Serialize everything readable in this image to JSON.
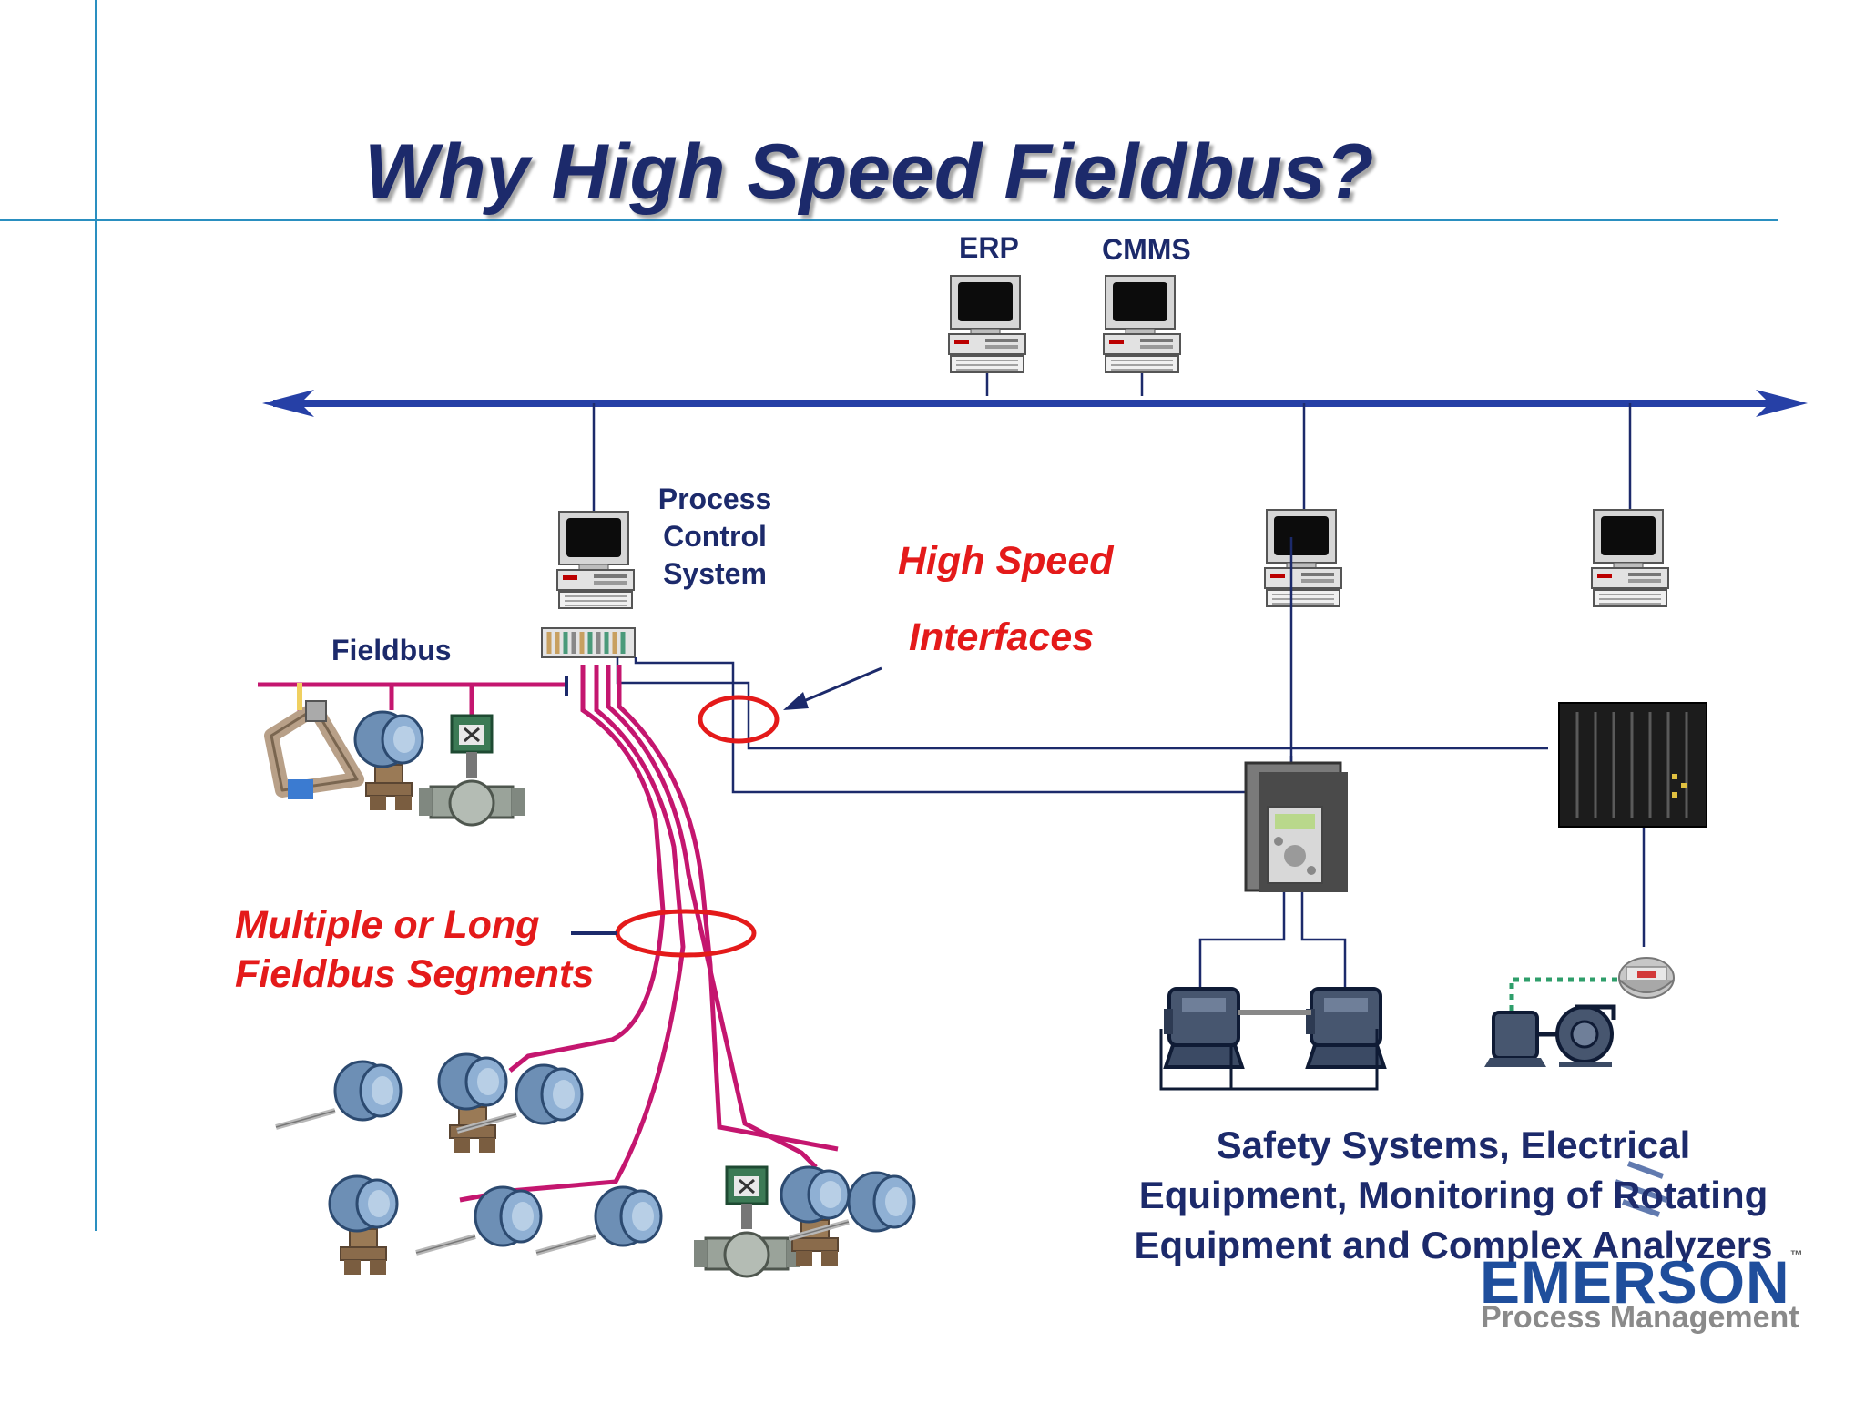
{
  "title": "Why High Speed Fieldbus?",
  "labels": {
    "erp": "ERP",
    "cmms": "CMMS",
    "pcs_line1": "Process",
    "pcs_line2": "Control",
    "pcs_line3": "System",
    "fieldbus": "Fieldbus",
    "hs_line1": "High Speed",
    "hs_line2": "Interfaces",
    "seg_line1": "Multiple or Long",
    "seg_line2": "Fieldbus Segments",
    "bottom_line1": "Safety Systems, Electrical",
    "bottom_line2": "Equipment, Monitoring of Rotating",
    "bottom_line3": "Equipment and Complex Analyzers"
  },
  "logo": {
    "brand": "EMERSON",
    "tm": "™",
    "tagline": "Process Management"
  },
  "colors": {
    "network_bus": "#2640a6",
    "fieldbus_wire": "#c4166f",
    "highlight_ellipse": "#e41a1a",
    "text_dark": "#1c2a6b",
    "guide_lines": "#2a8fc0"
  },
  "icons": [
    "computer-icon",
    "io-rack-icon",
    "transmitter-icon",
    "valve-icon",
    "flowmeter-icon",
    "motor-icon",
    "pump-icon",
    "controller-panel-icon",
    "safety-system-icon",
    "vibration-sensor-icon"
  ]
}
